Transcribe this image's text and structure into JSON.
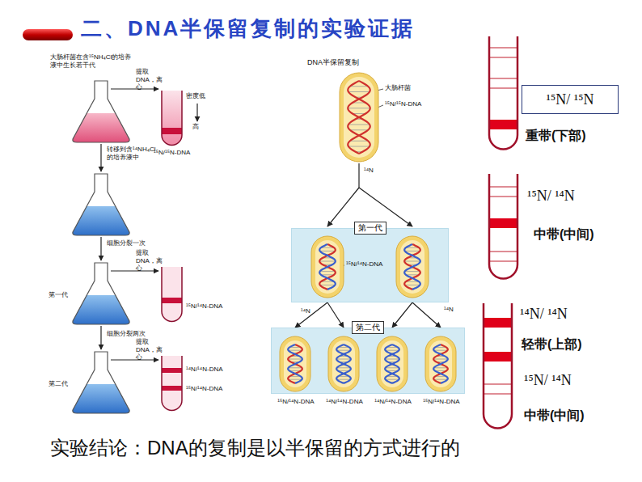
{
  "diagram": {
    "title": "二、DNA半保留复制的实验证据",
    "caption": "实验结论：DNA的复制是以半保留的方式进行的",
    "nodes": [
      {
        "text": [
          "第一代"
        ]
      },
      {
        "text": [
          "第二代"
        ]
      },
      {
        "text": [
          "¹⁵N/ ¹⁵N"
        ]
      }
    ],
    "edges": [
      {
        "from": 0,
        "to": 1,
        "arrow": "to"
      },
      {
        "from": 0,
        "to": 1,
        "arrow": "to"
      },
      {
        "from": 0,
        "to": 1,
        "arrow": "to"
      },
      {
        "from": 0,
        "to": 1,
        "arrow": "to"
      }
    ],
    "labels": [
      "大肠杆菌在含¹⁵NH₄Cl的培养液中生长若干代",
      "提取DNA，离心",
      "密度低",
      "高",
      "¹⁵N/¹⁵N-DNA",
      "转移到含¹⁴NH₄Cl的培养液中",
      "细胞分裂一次",
      "第一代",
      "提取DNA，离心",
      "¹⁵N/¹⁴N-DNA",
      "细胞分裂两次",
      "第二代",
      "提取DNA，离心",
      "¹⁴N/¹⁴N-DNA",
      "¹⁵N/¹⁴N-DNA",
      "DNA半保留复制",
      "大肠杆菌",
      "¹⁵N/¹⁵N-DNA",
      "¹⁴N",
      "¹⁵N/¹⁴N-DNA",
      "¹⁴N",
      "¹⁴N",
      "¹⁵N/¹⁴N-DNA",
      "¹⁴N/¹⁴N-DNA",
      "¹⁴N/¹⁴N-DNA",
      "¹⁵N/¹⁴N-DNA",
      "重带(下部)",
      "¹⁵N/ ¹⁴N",
      "中带(中间)",
      "¹⁴N/ ¹⁴N",
      "轻带(上部)",
      "¹⁵N/ ¹⁴N",
      "中带(中间)"
    ]
  }
}
